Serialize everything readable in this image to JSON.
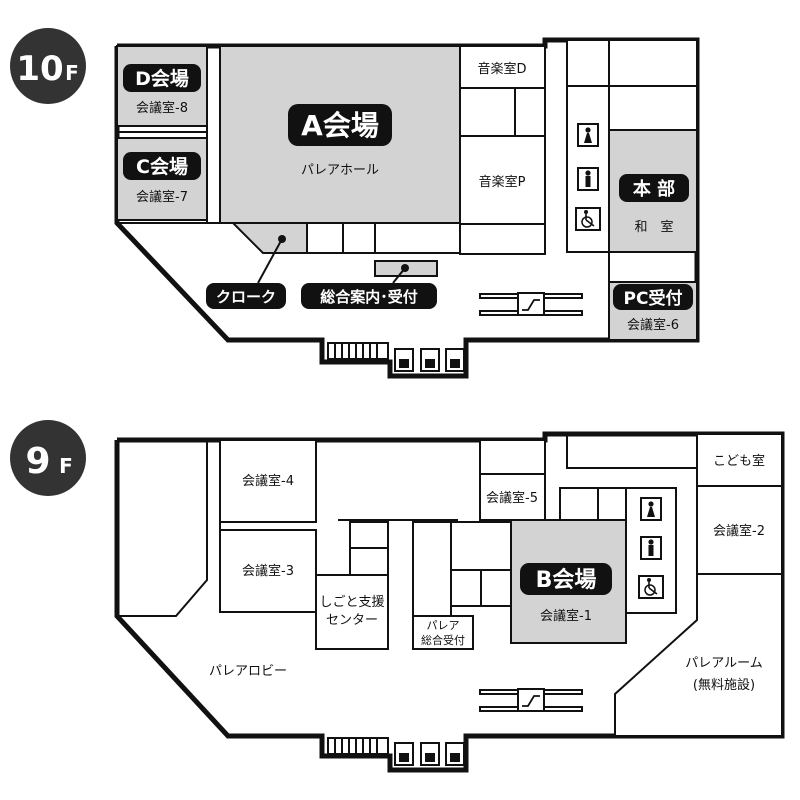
{
  "floors": [
    {
      "label": "10",
      "suffix": "F",
      "rooms": {
        "d_hall": "D会場",
        "d_sub": "会議室-8",
        "c_hall": "C会場",
        "c_sub": "会議室-7",
        "a_hall": "A会場",
        "a_sub": "パレアホール",
        "music_d": "音楽室D",
        "music_p": "音楽室P",
        "hq": "本 部",
        "hq_sub": "和　室",
        "pc": "PC受付",
        "pc_sub": "会議室-6",
        "cloak": "クローク",
        "info": "総合案内･受付"
      }
    },
    {
      "label": "9",
      "suffix": "F",
      "rooms": {
        "mr4": "会議室-4",
        "mr3": "会議室-3",
        "mr5": "会議室-5",
        "kids": "こども室",
        "mr2": "会議室-2",
        "shigoto_1": "しごと支援",
        "shigoto_2": "センター",
        "palea_1": "パレア",
        "palea_2": "総合受付",
        "b_hall": "B会場",
        "b_sub": "会議室-1",
        "lobby": "パレアロビー",
        "room_1": "パレアルーム",
        "room_2": "(無料施設)"
      }
    }
  ],
  "icons": [
    "female-icon",
    "male-icon",
    "wheelchair-icon",
    "escalator-icon",
    "elevator-icon",
    "pin-icon"
  ]
}
